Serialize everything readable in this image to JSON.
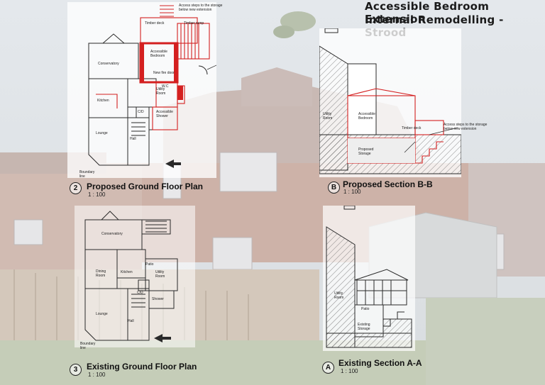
{
  "title": {
    "line1": "Accessible Bedroom Extension",
    "line2": "Internal Remodelling - Strood"
  },
  "plans": {
    "proposed": {
      "number": "2",
      "caption": "Proposed Ground Floor Plan",
      "scale": "1 : 100",
      "rooms": {
        "conservatory": "Conservatory",
        "kitchen": "Kitchen",
        "lounge": "Lounge",
        "hall": "Hall",
        "utility": "Utility Room",
        "accessible_bedroom": "Accessible Bedroom",
        "accessible_shower": "Accessible Shower",
        "timber_deck": "Timber deck",
        "timber_ramp": "Timber ramp",
        "wc": "W.C",
        "cpd": "C/D",
        "new_fire_door": "New fire door"
      },
      "note_steps": "Access steps to the storage below new extension",
      "boundary": "Boundary line"
    },
    "existing": {
      "number": "3",
      "caption": "Existing Ground Floor Plan",
      "scale": "1 : 100",
      "rooms": {
        "conservatory": "Conservatory",
        "dining": "Dining Room",
        "kitchen": "Kitchen",
        "utility": "Utility Room",
        "lounge": "Lounge",
        "hall": "Hall",
        "patio": "Patio",
        "shower": "Shower",
        "cpd": "C/D"
      },
      "boundary": "Boundary line"
    }
  },
  "sections": {
    "proposed": {
      "letter": "B",
      "caption": "Proposed Section B-B",
      "scale": "1 : 100",
      "labels": {
        "utility": "Utility Room",
        "bedroom": "Accessible Bedroom",
        "deck": "Timber deck",
        "storage": "Proposed Storage"
      },
      "note": "Access steps to the storage below new extension"
    },
    "existing": {
      "letter": "A",
      "caption": "Existing Section A-A",
      "scale": "1 : 100",
      "labels": {
        "utility": "Utility Room",
        "patio": "Patio",
        "storage": "Existing Storage"
      }
    }
  },
  "colors": {
    "proposed_red": "#d42020",
    "ink": "#2a2a2a"
  }
}
